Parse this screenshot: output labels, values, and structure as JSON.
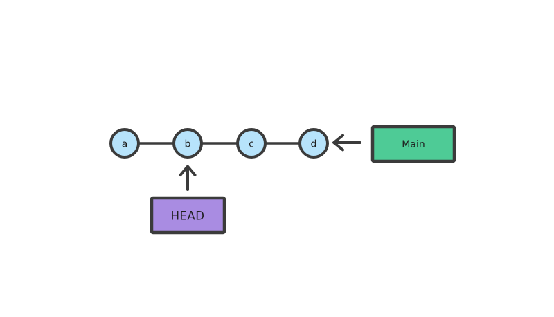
{
  "diagram": {
    "kind": "git-commit-graph",
    "nodes": [
      {
        "id": "a",
        "label": "a"
      },
      {
        "id": "b",
        "label": "b"
      },
      {
        "id": "c",
        "label": "c"
      },
      {
        "id": "d",
        "label": "d"
      }
    ],
    "branch_box": {
      "label": "Main",
      "points_to": "d"
    },
    "head_box": {
      "label": "HEAD",
      "points_to": "b"
    }
  },
  "colors": {
    "background": "#ffffff",
    "stroke": "#3b3b3b",
    "node_fill": "#b7e3fb",
    "branch_fill": "#4ecb96",
    "head_fill": "#a98ce2",
    "text": "#1f1f1f"
  }
}
